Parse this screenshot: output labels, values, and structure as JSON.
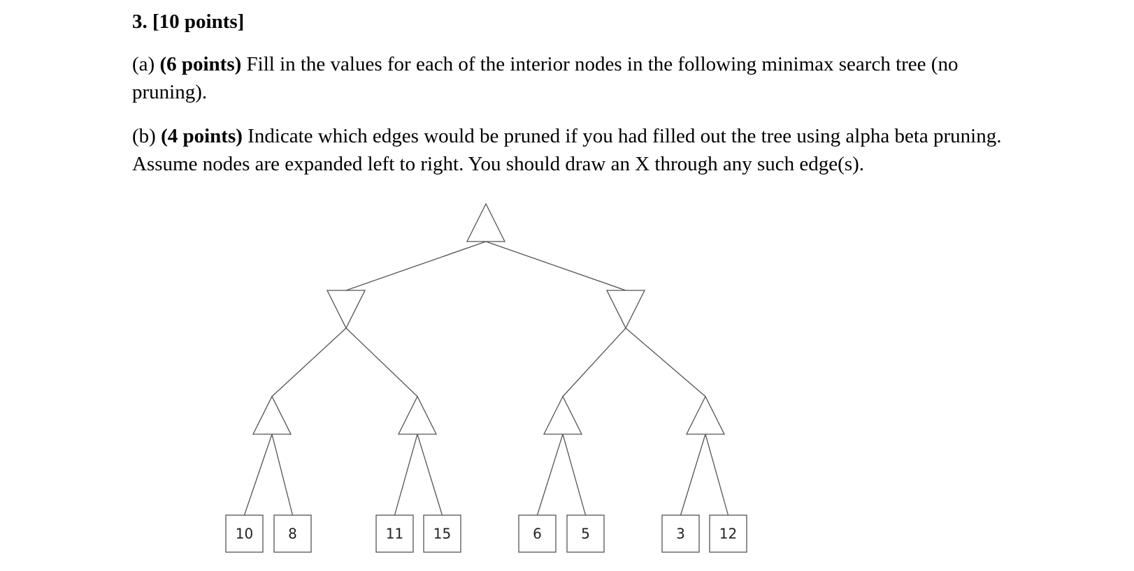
{
  "question": {
    "heading": "3. [10 points]",
    "part_a": {
      "label": "(a)",
      "points": "(6 points)",
      "text": "Fill in the values for each of the interior nodes in the following minimax search tree (no pruning)."
    },
    "part_b": {
      "label": "(b)",
      "points": "(4 points)",
      "text": "Indicate which edges would be pruned if you had filled out the tree using alpha beta pruning. Assume nodes are expanded left to right. You should draw an X through any such edge(s)."
    }
  },
  "tree": {
    "root": "max",
    "levels": [
      "max",
      "min",
      "max",
      "leaf"
    ],
    "leaves": [
      "10",
      "8",
      "11",
      "15",
      "6",
      "5",
      "3",
      "12"
    ]
  }
}
